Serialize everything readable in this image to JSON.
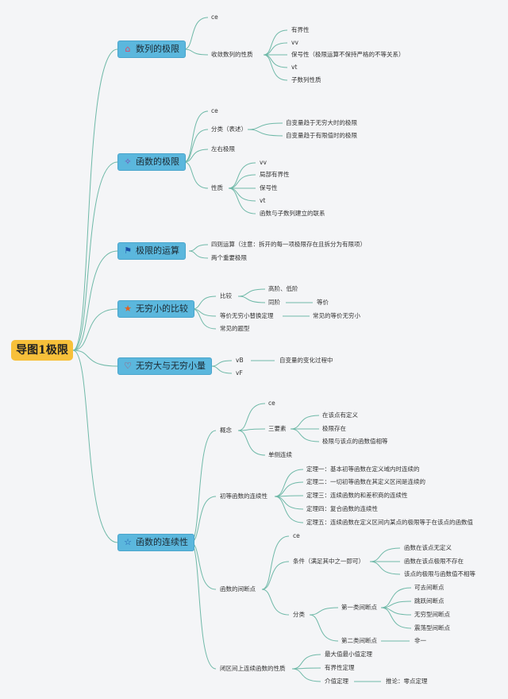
{
  "root": {
    "title": "导图1极限"
  },
  "topics": {
    "t1": "数列的极限",
    "t2": "函数的极限",
    "t3": "极限的运算",
    "t4": "无穷小的比较",
    "t5": "无穷大与无穷小量",
    "t6": "函数的连续性"
  },
  "icons": {
    "t1": "house-icon",
    "t2": "sparkle-icon",
    "t3": "flag-icon",
    "t4": "star-icon",
    "t5": "heart-icon",
    "t6": "star-outline-icon"
  },
  "colors": {
    "root": "#f7c03a",
    "topic": "#5bb7dd",
    "line": "#6fb9a8"
  },
  "nodes": {
    "a1": "ce",
    "a2": "收敛数列的性质",
    "a2_1": "有界性",
    "a2_2": "vv",
    "a2_3": "保号性（极限运算不保持严格的不等关系）",
    "a2_4": "vt",
    "a2_5": "子数列性质",
    "b1": "ce",
    "b2": "分类（表述）",
    "b2_1": "自变量趋于无穷大时的极限",
    "b2_2": "自变量趋于有限值时的极限",
    "b3": "左右极限",
    "b4": "性质",
    "b4_1": "vv",
    "b4_2": "局部有界性",
    "b4_3": "保号性",
    "b4_4": "vt",
    "b4_5": "函数与子数列建立的联系",
    "c1": "四则运算（注意：拆开的每一项极限存在且拆分为有限项）",
    "c2": "两个重要极限",
    "d1": "比较",
    "d1_1": "高阶、低阶",
    "d1_2": "同阶",
    "d1_2_1": "等价",
    "d2": "等价无穷小替换定理",
    "d2_1": "常见的等价无穷小",
    "d3": "常见的题型",
    "e1": "vB",
    "e1_1": "自变量的变化过程中",
    "e2": "vF",
    "f1": "概念",
    "f1_1": "ce",
    "f1_2": "三要素",
    "f1_2_1": "在该点有定义",
    "f1_2_2": "极限存在",
    "f1_2_3": "极限与该点的函数值相等",
    "f1_3": "单侧连续",
    "f2": "初等函数的连续性",
    "f2_1": "定理一：基本初等函数在定义域内时连续的",
    "f2_2": "定理二：一切初等函数在其定义区间是连续的",
    "f2_3": "定理三：连续函数的和差积商的连续性",
    "f2_4": "定理四：复合函数的连续性",
    "f2_5": "定理五：连续函数在定义区间内某点的极限等于在该点的函数值",
    "f3": "函数的间断点",
    "f3_1": "ce",
    "f3_2": "条件（满足其中之一即可）",
    "f3_2_1": "函数在该点无定义",
    "f3_2_2": "函数在该点极限不存在",
    "f3_2_3": "该点的极限与函数值不相等",
    "f3_3": "分类",
    "f3_3_1": "第一类间断点",
    "f3_3_1_1": "可去间断点",
    "f3_3_1_2": "跳跃间断点",
    "f3_3_1_3": "无穷型间断点",
    "f3_3_1_4": "震荡型间断点",
    "f3_3_2": "第二类间断点",
    "f3_3_2_1": "非一",
    "f4": "闭区间上连续函数的性质",
    "f4_1": "最大值最小值定理",
    "f4_2": "有界性定理",
    "f4_3": "介值定理",
    "f4_3_1": "推论：零点定理"
  }
}
